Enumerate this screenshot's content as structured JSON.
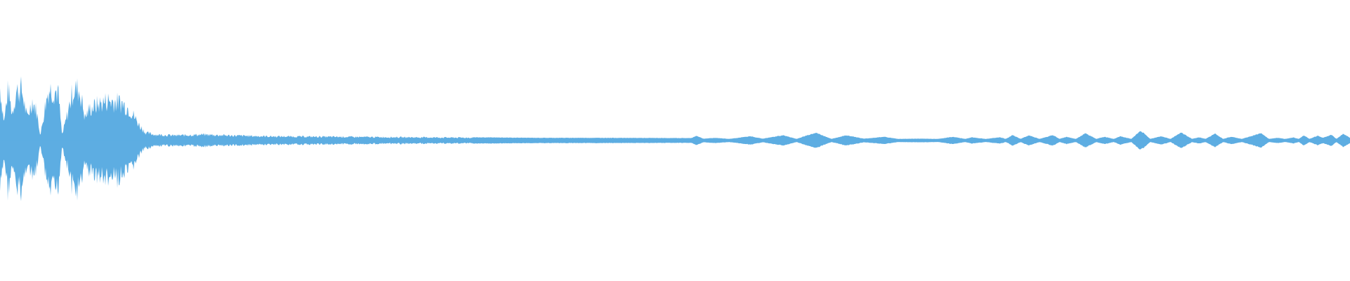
{
  "waveform": {
    "color": "#5dade2",
    "background": "#ffffff",
    "amplitude_envelope": [
      [
        0.0,
        0.6
      ],
      [
        0.003,
        0.2
      ],
      [
        0.006,
        0.58
      ],
      [
        0.009,
        0.3
      ],
      [
        0.012,
        0.55
      ],
      [
        0.016,
        0.58
      ],
      [
        0.02,
        0.25
      ],
      [
        0.024,
        0.45
      ],
      [
        0.027,
        0.33
      ],
      [
        0.03,
        0.05
      ],
      [
        0.033,
        0.35
      ],
      [
        0.036,
        0.58
      ],
      [
        0.04,
        0.56
      ],
      [
        0.043,
        0.55
      ],
      [
        0.046,
        0.05
      ],
      [
        0.05,
        0.3
      ],
      [
        0.054,
        0.56
      ],
      [
        0.058,
        0.58
      ],
      [
        0.06,
        0.5
      ],
      [
        0.063,
        0.25
      ],
      [
        0.066,
        0.35
      ],
      [
        0.072,
        0.4
      ],
      [
        0.08,
        0.45
      ],
      [
        0.09,
        0.42
      ],
      [
        0.096,
        0.35
      ],
      [
        0.1,
        0.25
      ],
      [
        0.104,
        0.15
      ],
      [
        0.108,
        0.08
      ],
      [
        0.115,
        0.06
      ],
      [
        0.13,
        0.05
      ],
      [
        0.15,
        0.06
      ],
      [
        0.17,
        0.05
      ],
      [
        0.2,
        0.04
      ],
      [
        0.25,
        0.035
      ],
      [
        0.3,
        0.03
      ],
      [
        0.35,
        0.025
      ],
      [
        0.4,
        0.02
      ],
      [
        0.45,
        0.02
      ],
      [
        0.5,
        0.018
      ],
      [
        0.512,
        0.018
      ],
      [
        0.516,
        0.04
      ],
      [
        0.521,
        0.012
      ],
      [
        0.53,
        0.02
      ],
      [
        0.54,
        0.01
      ],
      [
        0.556,
        0.035
      ],
      [
        0.565,
        0.012
      ],
      [
        0.58,
        0.045
      ],
      [
        0.59,
        0.01
      ],
      [
        0.604,
        0.07
      ],
      [
        0.616,
        0.01
      ],
      [
        0.627,
        0.045
      ],
      [
        0.64,
        0.012
      ],
      [
        0.655,
        0.03
      ],
      [
        0.665,
        0.01
      ],
      [
        0.68,
        0.012
      ],
      [
        0.695,
        0.01
      ],
      [
        0.706,
        0.03
      ],
      [
        0.715,
        0.01
      ],
      [
        0.72,
        0.025
      ],
      [
        0.73,
        0.01
      ],
      [
        0.741,
        0.025
      ],
      [
        0.745,
        0.01
      ],
      [
        0.75,
        0.045
      ],
      [
        0.756,
        0.01
      ],
      [
        0.762,
        0.045
      ],
      [
        0.77,
        0.01
      ],
      [
        0.78,
        0.045
      ],
      [
        0.785,
        0.01
      ],
      [
        0.79,
        0.03
      ],
      [
        0.797,
        0.01
      ],
      [
        0.804,
        0.065
      ],
      [
        0.812,
        0.01
      ],
      [
        0.818,
        0.03
      ],
      [
        0.825,
        0.01
      ],
      [
        0.83,
        0.035
      ],
      [
        0.838,
        0.01
      ],
      [
        0.845,
        0.09
      ],
      [
        0.852,
        0.01
      ],
      [
        0.86,
        0.035
      ],
      [
        0.867,
        0.01
      ],
      [
        0.875,
        0.07
      ],
      [
        0.883,
        0.01
      ],
      [
        0.888,
        0.025
      ],
      [
        0.893,
        0.01
      ],
      [
        0.9,
        0.06
      ],
      [
        0.906,
        0.01
      ],
      [
        0.912,
        0.03
      ],
      [
        0.92,
        0.01
      ],
      [
        0.934,
        0.065
      ],
      [
        0.94,
        0.01
      ],
      [
        0.946,
        0.02
      ],
      [
        0.952,
        0.01
      ],
      [
        0.958,
        0.025
      ],
      [
        0.962,
        0.01
      ],
      [
        0.966,
        0.045
      ],
      [
        0.97,
        0.01
      ],
      [
        0.976,
        0.04
      ],
      [
        0.98,
        0.02
      ],
      [
        0.986,
        0.05
      ],
      [
        0.99,
        0.01
      ],
      [
        0.995,
        0.06
      ],
      [
        1.0,
        0.02
      ]
    ]
  }
}
